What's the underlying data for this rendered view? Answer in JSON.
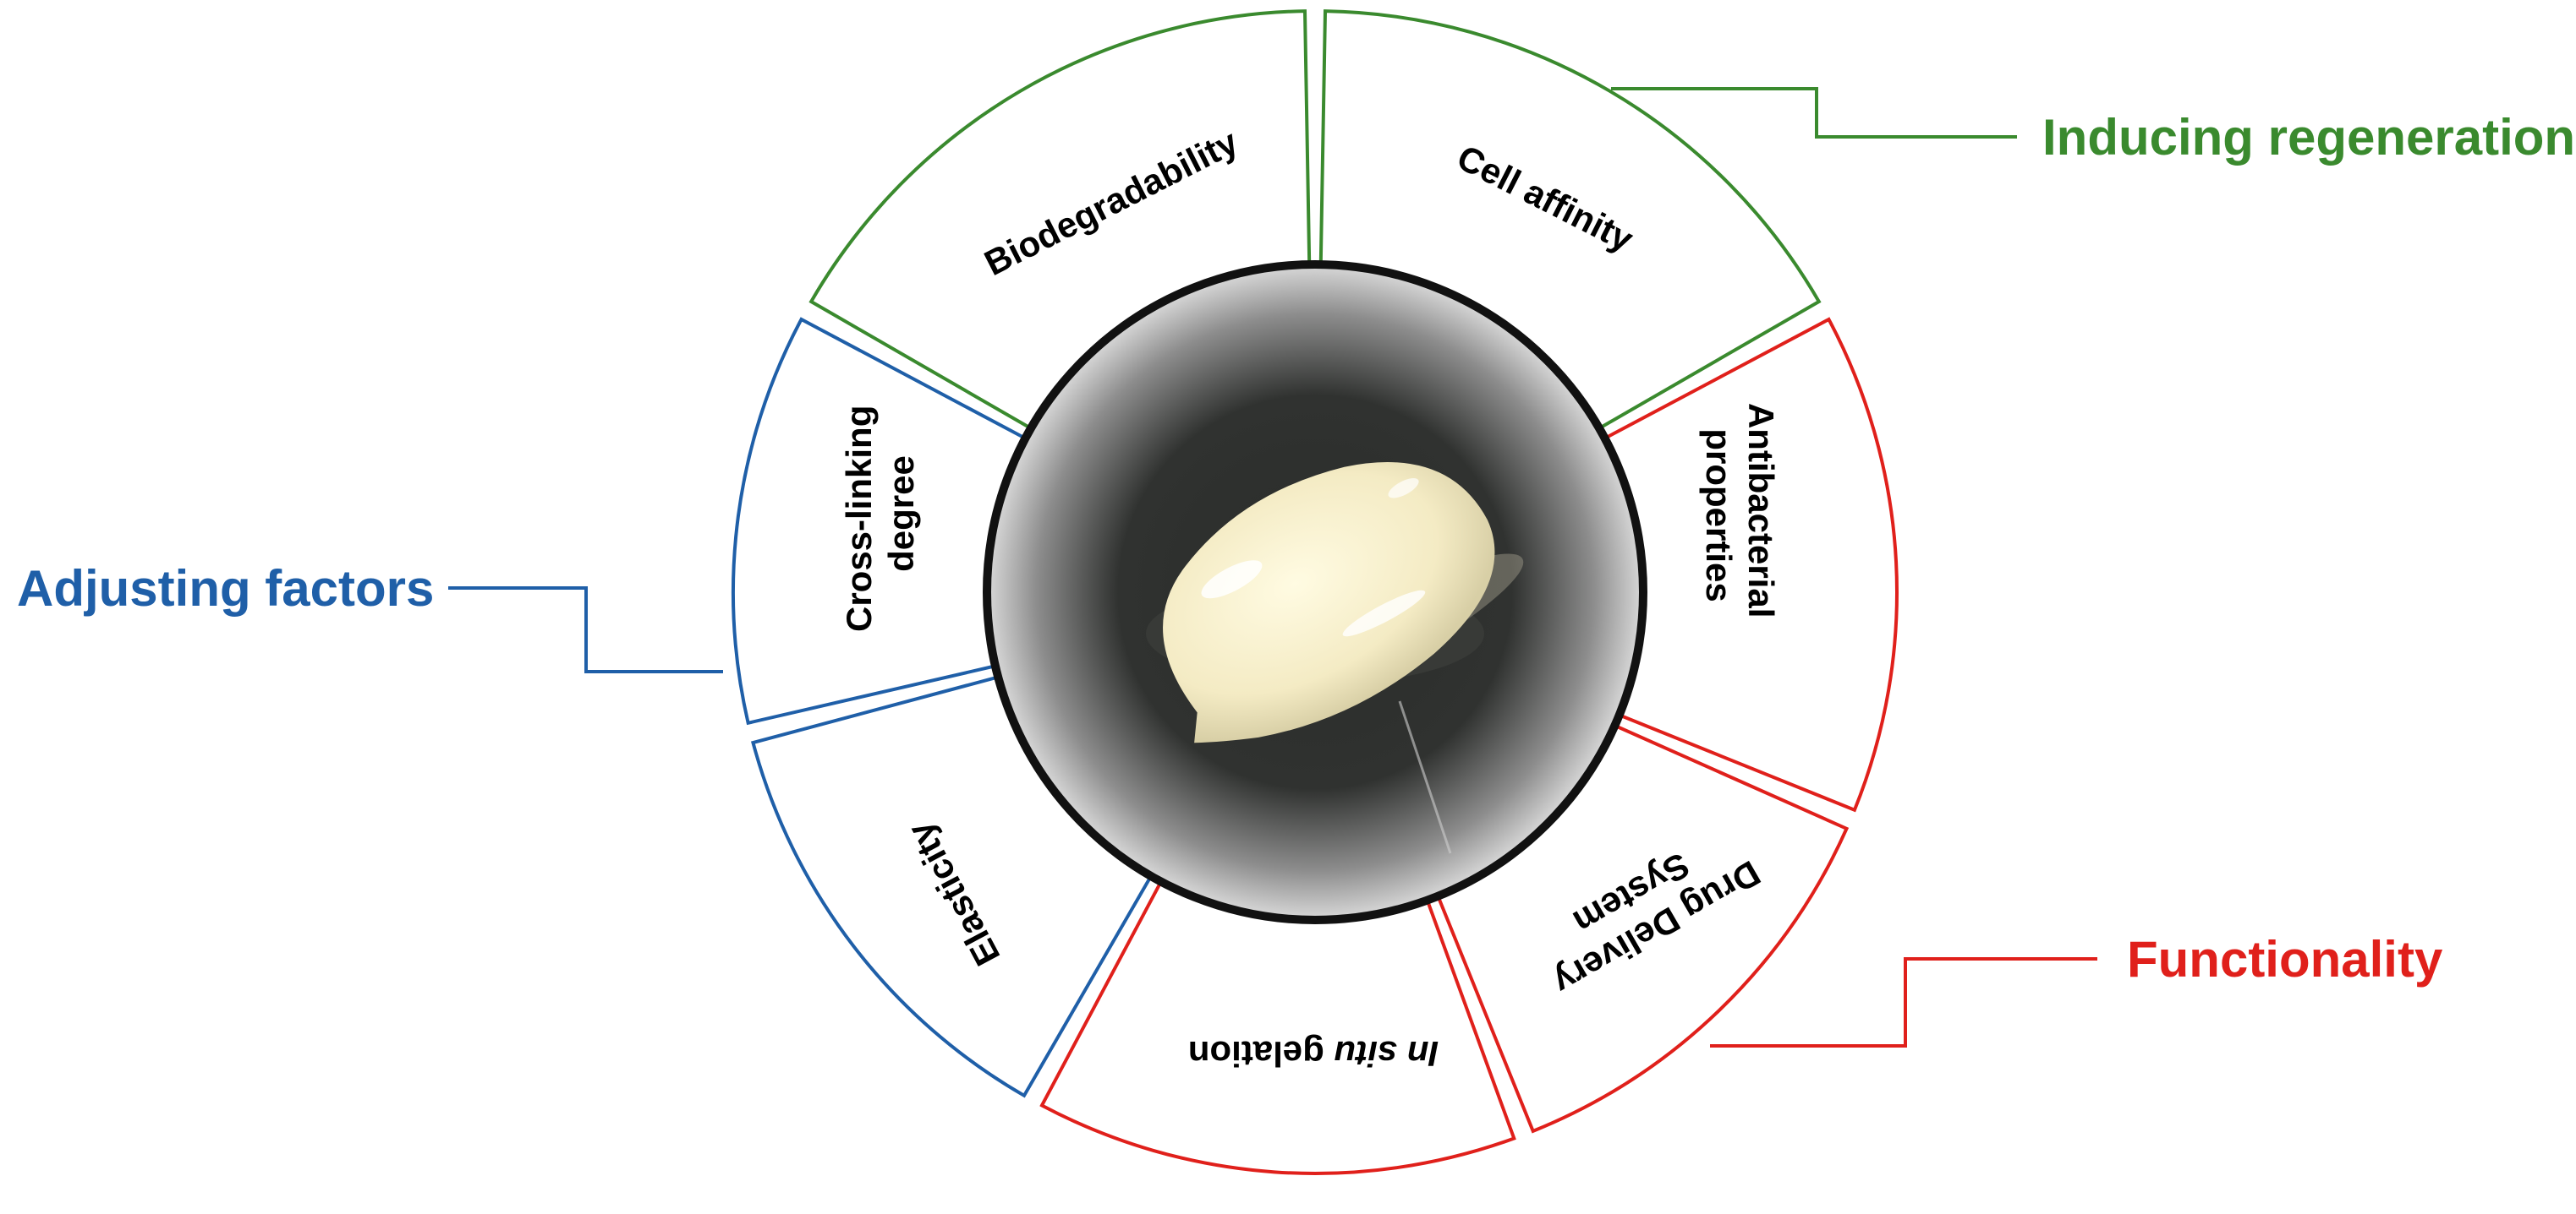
{
  "colors": {
    "regeneration": "#3a8a2e",
    "adjusting": "#1f5fa8",
    "functionality": "#e0201b"
  },
  "categories": {
    "regeneration": "Inducing regeneration",
    "adjusting": "Adjusting factors",
    "functionality": "Functionality"
  },
  "segments": {
    "biodegradability": {
      "line1": "Biodegradability"
    },
    "cell_affinity": {
      "line1": "Cell affinity"
    },
    "antibacterial": {
      "line1": "Antibacterial",
      "line2": "properties"
    },
    "drug_delivery": {
      "line1": "Drug Delivery",
      "line2": "System"
    },
    "in_situ": {
      "prefix": "In situ",
      "suffix": " gelation"
    },
    "elasticity": {
      "line1": "Elasticity"
    },
    "crosslinking": {
      "line1": "Cross-linking",
      "line2": "degree"
    }
  },
  "center_image": {
    "subject": "hydrogel-photo"
  }
}
